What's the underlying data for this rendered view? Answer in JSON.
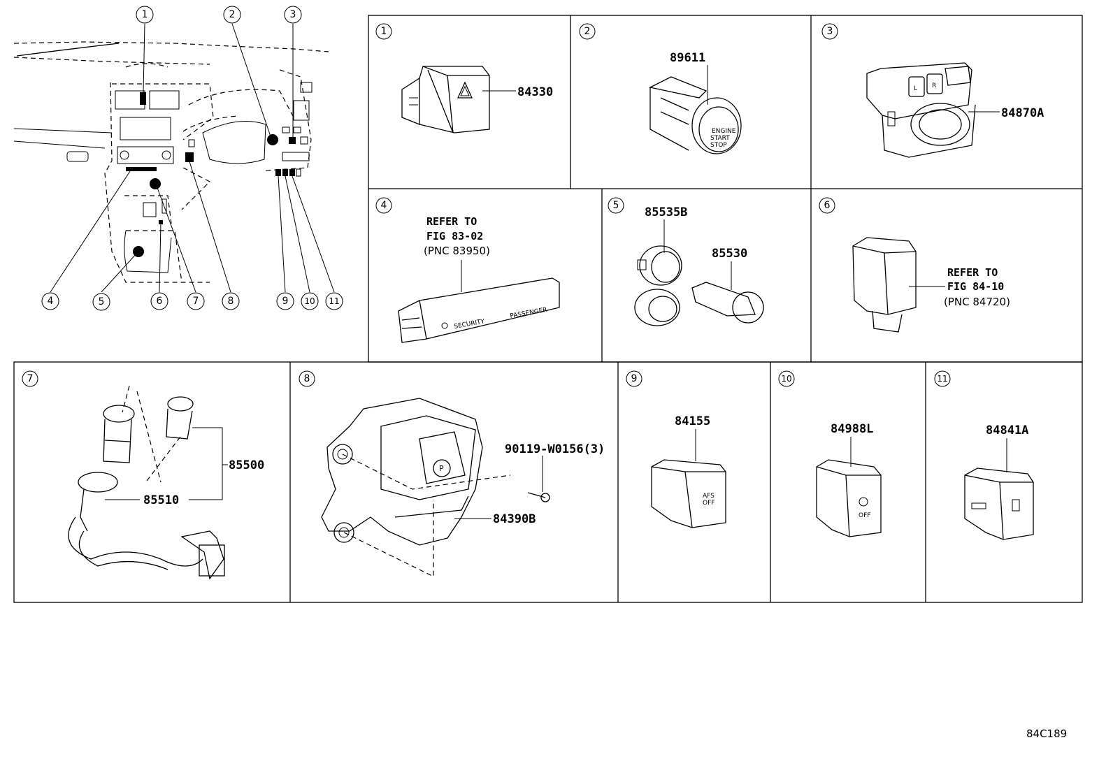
{
  "overview": {
    "callouts": [
      "1",
      "2",
      "3",
      "4",
      "5",
      "6",
      "7",
      "8",
      "9",
      "10",
      "11"
    ]
  },
  "panels": {
    "p1": {
      "num": "1",
      "part": "84330"
    },
    "p2": {
      "num": "2",
      "part": "89611",
      "button_text": [
        "ENGINE",
        "START",
        "STOP"
      ]
    },
    "p3": {
      "num": "3",
      "part": "84870A",
      "keys": [
        "L",
        "R"
      ]
    },
    "p4": {
      "num": "4",
      "ref1": "REFER TO",
      "ref2": "FIG 83-02",
      "pnc": "(PNC 83950)",
      "switch_labels": [
        "SECURITY",
        "PASSENGER"
      ]
    },
    "p5": {
      "num": "5",
      "part_a": "85535B",
      "part_b": "85530"
    },
    "p6": {
      "num": "6",
      "ref1": "REFER TO",
      "ref2": "FIG 84-10",
      "pnc": "(PNC 84720)"
    },
    "p7": {
      "num": "7",
      "part_a": "85500",
      "part_b": "85510"
    },
    "p8": {
      "num": "8",
      "part_a": "90119-W0156(3)",
      "part_b": "84390B",
      "button_text": "P"
    },
    "p9": {
      "num": "9",
      "part": "84155",
      "button_text": [
        "AFS",
        "OFF"
      ]
    },
    "p10": {
      "num": "10",
      "part": "84988L",
      "button_text": "OFF"
    },
    "p11": {
      "num": "11",
      "part": "84841A"
    }
  },
  "footer": {
    "code": "84C189"
  }
}
